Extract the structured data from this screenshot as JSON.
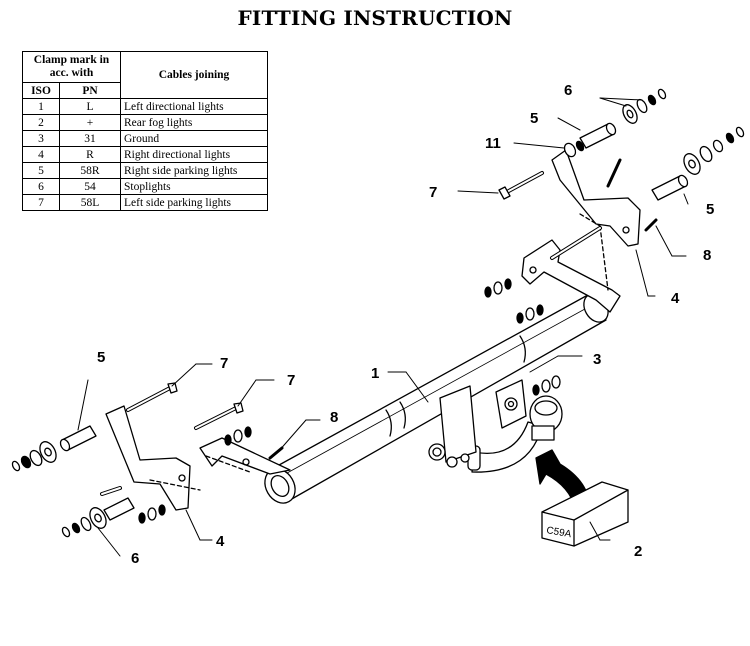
{
  "title": "FITTING INSTRUCTION",
  "table": {
    "header_clamp": "Clamp mark in acc. with",
    "header_cables": "Cables joining",
    "header_iso": "ISO",
    "header_pn": "PN",
    "rows": [
      {
        "iso": "1",
        "pn": "L",
        "desc": "Left directional lights"
      },
      {
        "iso": "2",
        "pn": "+",
        "desc": "Rear fog lights"
      },
      {
        "iso": "3",
        "pn": "31",
        "desc": "Ground"
      },
      {
        "iso": "4",
        "pn": "R",
        "desc": "Right directional lights"
      },
      {
        "iso": "5",
        "pn": "58R",
        "desc": "Right side parking lights"
      },
      {
        "iso": "6",
        "pn": "54",
        "desc": "Stoplights"
      },
      {
        "iso": "7",
        "pn": "58L",
        "desc": "Left side parking lights"
      }
    ]
  },
  "callouts": {
    "c1": "1",
    "c2": "2",
    "c3": "3",
    "c4_right": "4",
    "c4_left": "4",
    "c5_top": "5",
    "c5_right": "5",
    "c5_left": "5",
    "c6_top": "6",
    "c6_left": "6",
    "c7_right": "7",
    "c7_left_a": "7",
    "c7_left_b": "7",
    "c8_right": "8",
    "c8_left": "8",
    "c11": "11"
  },
  "box_label": "C59A"
}
